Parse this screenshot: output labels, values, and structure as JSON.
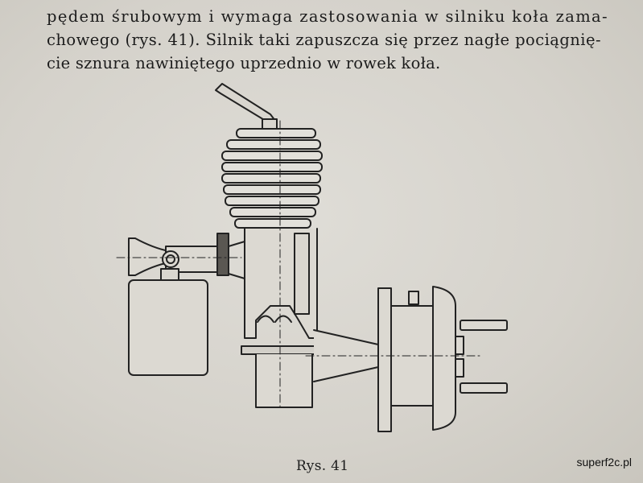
{
  "text": {
    "line1": "pędem śrubowym i wymaga zastosowania w silniku koła zama-",
    "line2": "chowego (rys. 41). Silnik taki zapuszcza się przez nagłe pociągnię-",
    "line3": "cie sznura nawiniętego uprzednio w rowek koła."
  },
  "figure": {
    "caption": "Rys. 41",
    "subject": "engine-drawing"
  },
  "watermark": "superf2c.pl"
}
